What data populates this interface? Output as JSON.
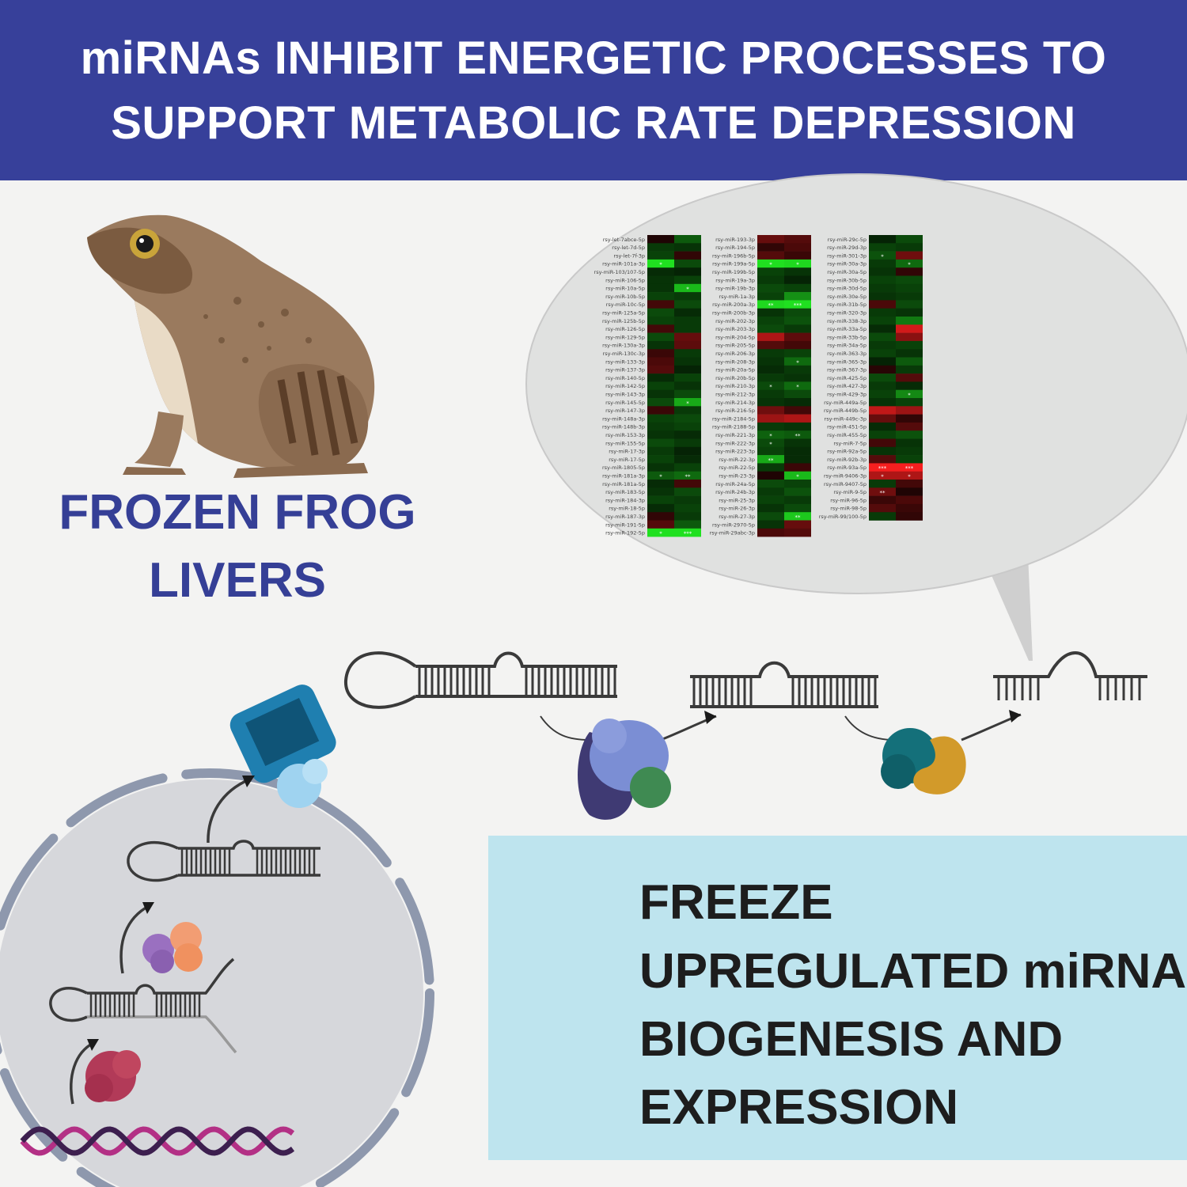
{
  "header": {
    "title_line1": "miRNAs INHIBIT ENERGETIC PROCESSES TO",
    "title_line2": "SUPPORT METABOLIC RATE DEPRESSION"
  },
  "frog_section": {
    "label_line1": "FROZEN FROG",
    "label_line2": "LIVERS"
  },
  "result_box": {
    "line1": "FREEZE",
    "line2": "UPREGULATED miRNA",
    "line3": "BIOGENESIS AND",
    "line4": "EXPRESSION"
  },
  "colors": {
    "banner": "#37409a",
    "label_blue": "#353f96",
    "result_box_bg": "#bee4ee",
    "up_regulated": "#ff2020",
    "down_regulated": "#20e020"
  },
  "heatmap": {
    "columns": [
      {
        "labels": [
          "rsy-let-7abce-5p",
          "rsy-let-7d-5p",
          "rsy-let-7f-3p",
          "rsy-miR-101a-3p",
          "rsy-miR-103/107-5p",
          "rsy-miR-106-5p",
          "rsy-miR-10a-5p",
          "rsy-miR-10b-5p",
          "rsy-miR-10c-5p",
          "rsy-miR-125a-5p",
          "rsy-miR-125b-5p",
          "rsy-miR-126-5p",
          "rsy-miR-129-5p",
          "rsy-miR-130a-3p",
          "rsy-miR-130c-3p",
          "rsy-miR-133-3p",
          "rsy-miR-137-3p",
          "rsy-miR-140-5p",
          "rsy-miR-142-5p",
          "rsy-miR-143-3p",
          "rsy-miR-145-5p",
          "rsy-miR-147-3p",
          "rsy-miR-148a-3p",
          "rsy-miR-148b-3p",
          "rsy-miR-153-3p",
          "rsy-miR-155-5p",
          "rsy-miR-17-3p",
          "rsy-miR-17-5p",
          "rsy-miR-1805-5p",
          "rsy-miR-181a-3p",
          "rsy-miR-181a-5p",
          "rsy-miR-183-5p",
          "rsy-miR-184-3p",
          "rsy-miR-18-5p",
          "rsy-miR-187-3p",
          "rsy-miR-191-5p",
          "rsy-miR-192-5p"
        ],
        "values": [
          [
            0.0,
            -0.8
          ],
          [
            -0.4,
            -0.3
          ],
          [
            -0.5,
            0.2
          ],
          [
            -3.0,
            -0.6
          ],
          [
            -0.2,
            -0.1
          ],
          [
            -0.3,
            -0.5
          ],
          [
            -0.3,
            -2.0
          ],
          [
            -0.5,
            -0.4
          ],
          [
            0.4,
            -0.6
          ],
          [
            -0.6,
            -0.2
          ],
          [
            -0.5,
            -0.4
          ],
          [
            0.4,
            -0.4
          ],
          [
            -0.6,
            0.8
          ],
          [
            -0.3,
            0.7
          ],
          [
            0.3,
            -0.4
          ],
          [
            0.5,
            -0.3
          ],
          [
            0.6,
            -0.1
          ],
          [
            -0.2,
            -0.5
          ],
          [
            -0.5,
            -0.3
          ],
          [
            -0.3,
            -0.6
          ],
          [
            -0.6,
            -1.8
          ],
          [
            0.3,
            -0.4
          ],
          [
            -0.5,
            -0.6
          ],
          [
            -0.4,
            -0.5
          ],
          [
            -0.3,
            -0.2
          ],
          [
            -0.6,
            -0.4
          ],
          [
            -0.4,
            -0.1
          ],
          [
            -0.5,
            -0.2
          ],
          [
            -0.3,
            -0.5
          ],
          [
            -0.8,
            -1.0
          ],
          [
            -0.2,
            0.4
          ],
          [
            -0.3,
            -0.6
          ],
          [
            -0.5,
            -0.4
          ],
          [
            -0.2,
            -0.5
          ],
          [
            0.2,
            -0.4
          ],
          [
            0.6,
            -0.8
          ],
          [
            -2.8,
            -3.0
          ]
        ],
        "stars": [
          [
            "",
            ""
          ],
          [
            "",
            ""
          ],
          [
            "",
            ""
          ],
          [
            "*",
            ""
          ],
          [
            "",
            ""
          ],
          [
            "",
            ""
          ],
          [
            "",
            "*"
          ],
          [
            "",
            ""
          ],
          [
            "",
            ""
          ],
          [
            "",
            ""
          ],
          [
            "",
            ""
          ],
          [
            "",
            ""
          ],
          [
            "",
            ""
          ],
          [
            "",
            ""
          ],
          [
            "",
            ""
          ],
          [
            "",
            ""
          ],
          [
            "",
            ""
          ],
          [
            "",
            ""
          ],
          [
            "",
            ""
          ],
          [
            "",
            ""
          ],
          [
            "",
            "*"
          ],
          [
            "",
            ""
          ],
          [
            "",
            ""
          ],
          [
            "",
            ""
          ],
          [
            "",
            ""
          ],
          [
            "",
            ""
          ],
          [
            "",
            ""
          ],
          [
            "",
            ""
          ],
          [
            "",
            ""
          ],
          [
            "*",
            "**"
          ],
          [
            "",
            ""
          ],
          [
            "",
            ""
          ],
          [
            "",
            ""
          ],
          [
            "",
            ""
          ],
          [
            "",
            ""
          ],
          [
            "",
            ""
          ],
          [
            "*",
            "***"
          ]
        ]
      },
      {
        "labels": [
          "rsy-miR-193-3p",
          "rsy-miR-194-5p",
          "rsy-miR-196b-5p",
          "rsy-miR-199a-5p",
          "rsy-miR-199b-5p",
          "rsy-miR-19a-3p",
          "rsy-miR-19b-3p",
          "rsy-miR-1a-3p",
          "rsy-miR-200a-3p",
          "rsy-miR-200b-3p",
          "rsy-miR-202-3p",
          "rsy-miR-203-3p",
          "rsy-miR-204-5p",
          "rsy-miR-205-5p",
          "rsy-miR-206-3p",
          "rsy-miR-208-3p",
          "rsy-miR-20a-5p",
          "rsy-miR-20b-5p",
          "rsy-miR-210-3p",
          "rsy-miR-212-3p",
          "rsy-miR-214-3p",
          "rsy-miR-216-5p",
          "rsy-miR-2184-5p",
          "rsy-miR-2188-5p",
          "rsy-miR-221-3p",
          "rsy-miR-222-3p",
          "rsy-miR-223-3p",
          "rsy-miR-22-3p",
          "rsy-miR-22-5p",
          "rsy-miR-23-3p",
          "rsy-miR-24a-5p",
          "rsy-miR-24b-3p",
          "rsy-miR-25-3p",
          "rsy-miR-26-3p",
          "rsy-miR-27-3p",
          "rsy-miR-2970-5p",
          "rsy-miR-29abc-3p"
        ],
        "values": [
          [
            0.8,
            0.6
          ],
          [
            0.2,
            0.5
          ],
          [
            0.6,
            0.3
          ],
          [
            -2.6,
            -2.4
          ],
          [
            -0.5,
            -0.3
          ],
          [
            -0.4,
            -0.1
          ],
          [
            -0.6,
            -0.5
          ],
          [
            -0.5,
            -1.5
          ],
          [
            -2.4,
            -2.8
          ],
          [
            -0.3,
            -0.6
          ],
          [
            -0.5,
            -0.7
          ],
          [
            -0.6,
            -0.4
          ],
          [
            1.6,
            0.7
          ],
          [
            0.6,
            0.4
          ],
          [
            -0.4,
            -0.5
          ],
          [
            -0.3,
            -1.0
          ],
          [
            -0.2,
            -0.4
          ],
          [
            -0.4,
            -0.3
          ],
          [
            -0.6,
            -1.0
          ],
          [
            -0.4,
            -0.6
          ],
          [
            -0.3,
            -0.2
          ],
          [
            0.9,
            0.4
          ],
          [
            1.4,
            1.6
          ],
          [
            -0.4,
            -0.3
          ],
          [
            -0.9,
            -0.8
          ],
          [
            -0.6,
            -0.3
          ],
          [
            -0.5,
            -0.2
          ],
          [
            -1.8,
            -0.2
          ],
          [
            -0.4,
            0.3
          ],
          [
            0.0,
            -2.0
          ],
          [
            -0.6,
            -0.5
          ],
          [
            -0.4,
            -0.7
          ],
          [
            -0.5,
            -0.4
          ],
          [
            -0.3,
            -0.6
          ],
          [
            -0.6,
            -2.2
          ],
          [
            -0.3,
            0.8
          ],
          [
            0.5,
            0.6
          ]
        ],
        "stars": [
          [
            "",
            ""
          ],
          [
            "",
            ""
          ],
          [
            "",
            ""
          ],
          [
            "*",
            "*"
          ],
          [
            "",
            ""
          ],
          [
            "",
            ""
          ],
          [
            "",
            ""
          ],
          [
            "",
            ""
          ],
          [
            "**",
            "***"
          ],
          [
            "",
            ""
          ],
          [
            "",
            ""
          ],
          [
            "",
            ""
          ],
          [
            "",
            ""
          ],
          [
            "",
            ""
          ],
          [
            "",
            ""
          ],
          [
            "",
            "*"
          ],
          [
            "",
            ""
          ],
          [
            "",
            ""
          ],
          [
            "*",
            "*"
          ],
          [
            "",
            ""
          ],
          [
            "",
            ""
          ],
          [
            "",
            ""
          ],
          [
            "",
            ""
          ],
          [
            "",
            ""
          ],
          [
            "*",
            "**"
          ],
          [
            "*",
            ""
          ],
          [
            "",
            ""
          ],
          [
            "**",
            ""
          ],
          [
            "",
            ""
          ],
          [
            "",
            "*"
          ],
          [
            "",
            ""
          ],
          [
            "",
            ""
          ],
          [
            "",
            ""
          ],
          [
            "",
            ""
          ],
          [
            "",
            "**"
          ],
          [
            "",
            ""
          ],
          [
            "",
            ""
          ]
        ]
      },
      {
        "labels": [
          "rsy-miR-29c-5p",
          "rsy-miR-29d-3p",
          "rsy-miR-301-3p",
          "rsy-miR-30a-3p",
          "rsy-miR-30a-5p",
          "rsy-miR-30b-5p",
          "rsy-miR-30d-5p",
          "rsy-miR-30e-5p",
          "rsy-miR-31b-5p",
          "rsy-miR-320-3p",
          "rsy-miR-338-3p",
          "rsy-miR-33a-5p",
          "rsy-miR-33b-5p",
          "rsy-miR-34a-5p",
          "rsy-miR-363-3p",
          "rsy-miR-365-3p",
          "rsy-miR-367-3p",
          "rsy-miR-425-5p",
          "rsy-miR-427-3p",
          "rsy-miR-429-3p",
          "rsy-miR-449a-5p",
          "rsy-miR-449b-5p",
          "rsy-miR-449c-3p",
          "rsy-miR-451-5p",
          "rsy-miR-455-5p",
          "rsy-miR-7-5p",
          "rsy-miR-92a-5p",
          "rsy-miR-92b-3p",
          "rsy-miR-93a-5p",
          "rsy-miR-9406-3p",
          "rsy-miR-9407-5p",
          "rsy-miR-9-5p",
          "rsy-miR-96-5p",
          "rsy-miR-98-5p",
          "rsy-miR-99/100-5p"
        ],
        "values": [
          [
            -0.1,
            -0.6
          ],
          [
            -0.5,
            -0.4
          ],
          [
            -0.7,
            0.9
          ],
          [
            -0.4,
            -1.0
          ],
          [
            -0.3,
            0.2
          ],
          [
            -0.5,
            -0.6
          ],
          [
            -0.4,
            -0.5
          ],
          [
            -0.3,
            -0.4
          ],
          [
            0.5,
            -0.6
          ],
          [
            -0.4,
            -0.3
          ],
          [
            -0.5,
            -1.2
          ],
          [
            -0.2,
            2.0
          ],
          [
            -0.6,
            1.2
          ],
          [
            -0.4,
            -0.5
          ],
          [
            -0.5,
            -0.3
          ],
          [
            -0.1,
            -0.8
          ],
          [
            0.1,
            -0.4
          ],
          [
            -0.6,
            0.6
          ],
          [
            -0.4,
            -0.2
          ],
          [
            -0.5,
            -1.4
          ],
          [
            -0.3,
            -0.5
          ],
          [
            1.8,
            1.4
          ],
          [
            0.8,
            0.2
          ],
          [
            -0.2,
            0.6
          ],
          [
            -0.5,
            -0.7
          ],
          [
            0.4,
            -0.3
          ],
          [
            -0.3,
            -0.4
          ],
          [
            0.6,
            -0.5
          ],
          [
            2.4,
            2.4
          ],
          [
            1.6,
            1.6
          ],
          [
            -0.4,
            0.4
          ],
          [
            0.9,
            0.0
          ],
          [
            0.3,
            0.5
          ],
          [
            0.6,
            0.3
          ],
          [
            -0.4,
            0.2
          ]
        ],
        "stars": [
          [
            "",
            ""
          ],
          [
            "",
            ""
          ],
          [
            "*",
            ""
          ],
          [
            "",
            "*"
          ],
          [
            "",
            ""
          ],
          [
            "",
            ""
          ],
          [
            "",
            ""
          ],
          [
            "",
            ""
          ],
          [
            "",
            ""
          ],
          [
            "",
            ""
          ],
          [
            "",
            ""
          ],
          [
            "",
            ""
          ],
          [
            "",
            ""
          ],
          [
            "",
            ""
          ],
          [
            "",
            ""
          ],
          [
            "",
            ""
          ],
          [
            "",
            ""
          ],
          [
            "",
            ""
          ],
          [
            "",
            ""
          ],
          [
            "",
            "*"
          ],
          [
            "",
            ""
          ],
          [
            "",
            ""
          ],
          [
            "",
            ""
          ],
          [
            "",
            ""
          ],
          [
            "",
            ""
          ],
          [
            "",
            ""
          ],
          [
            "",
            ""
          ],
          [
            "",
            ""
          ],
          [
            "***",
            "***"
          ],
          [
            "*",
            "*"
          ],
          [
            "",
            ""
          ],
          [
            "**",
            ""
          ],
          [
            "",
            ""
          ],
          [
            "",
            ""
          ],
          [
            "",
            ""
          ]
        ]
      }
    ]
  }
}
